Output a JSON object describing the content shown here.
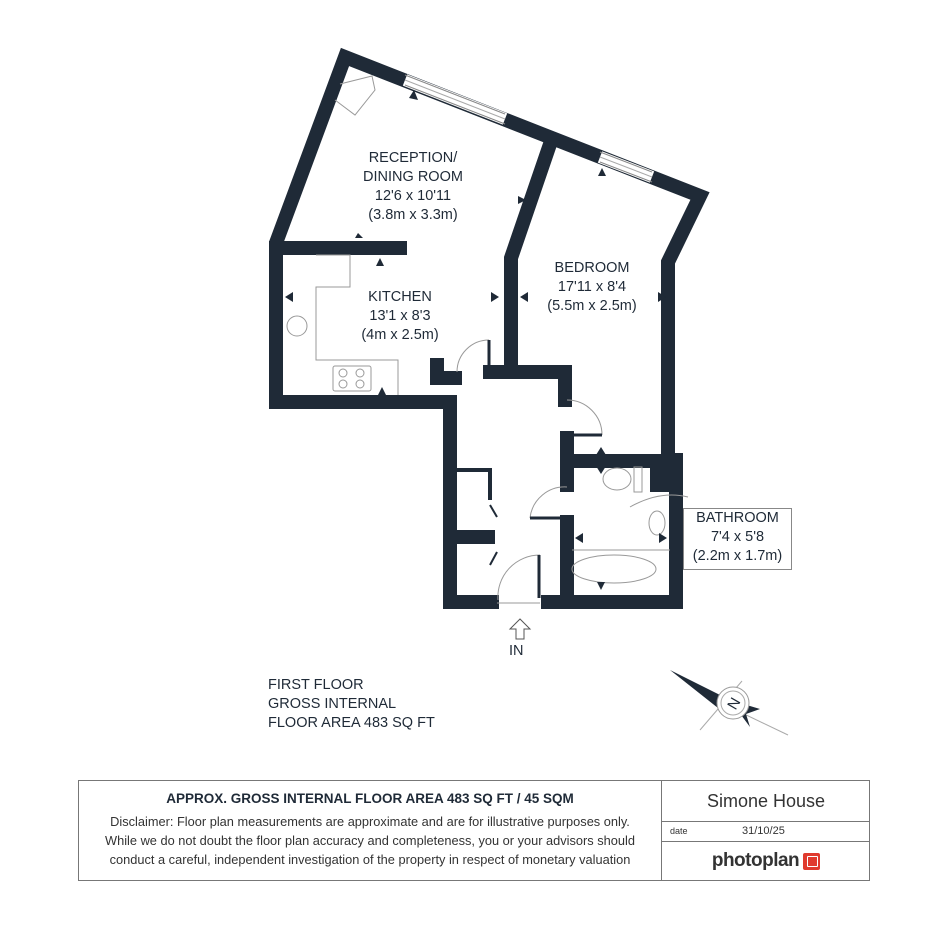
{
  "rooms": {
    "reception": {
      "name1": "RECEPTION/",
      "name2": "DINING ROOM",
      "imperial": "12'6 x 10'11",
      "metric": "(3.8m x 3.3m)"
    },
    "kitchen": {
      "name": "KITCHEN",
      "imperial": "13'1 x 8'3",
      "metric": "(4m x 2.5m)"
    },
    "bedroom": {
      "name": "BEDROOM",
      "imperial": "17'11 x 8'4",
      "metric": "(5.5m x 2.5m)"
    },
    "bathroom": {
      "name": "BATHROOM",
      "imperial": "7'4 x 5'8",
      "metric": "(2.2m x 1.7m)"
    }
  },
  "entrance_label": "IN",
  "floor_info": {
    "line1": "FIRST FLOOR",
    "line2": "GROSS INTERNAL",
    "line3": "FLOOR AREA 483 SQ FT"
  },
  "compass_letter": "N",
  "footer": {
    "title": "APPROX. GROSS INTERNAL FLOOR AREA 483 SQ FT / 45 SQM",
    "disclaimer": [
      "Disclaimer: Floor plan measurements are approximate and are for illustrative purposes only.",
      "While we do not doubt the floor plan accuracy and completeness, you or your advisors should",
      "conduct a careful, independent investigation of the property in respect of monetary valuation"
    ],
    "property_name": "Simone House",
    "date_label": "date",
    "date": "31/10/25",
    "logo": "photoplan"
  },
  "colors": {
    "wall": "#1f2a37",
    "logo_red": "#e03a2e"
  }
}
